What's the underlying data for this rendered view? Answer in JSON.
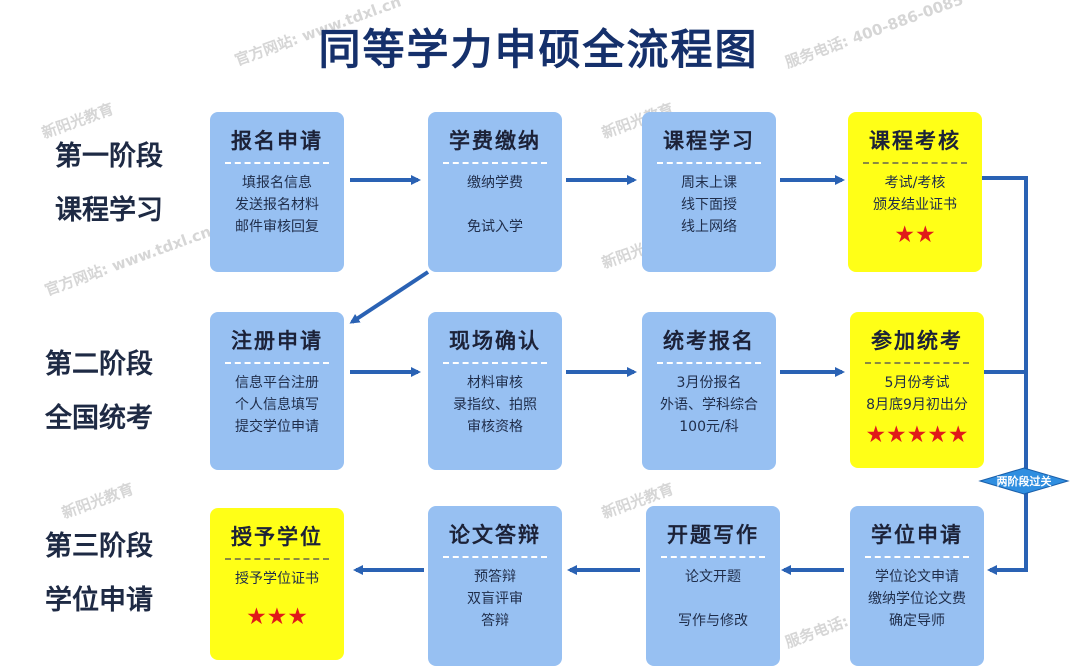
{
  "title": "同等学力申硕全流程图",
  "stages": [
    {
      "line1": "第一阶段",
      "line2": "课程学习"
    },
    {
      "line1": "第二阶段",
      "line2": "全国统考"
    },
    {
      "line1": "第三阶段",
      "line2": "学位申请"
    }
  ],
  "boxes": {
    "apply": {
      "title": "报名申请",
      "lines": [
        "填报名信息",
        "发送报名材料",
        "邮件审核回复"
      ]
    },
    "tuition": {
      "title": "学费缴纳",
      "lines": [
        "缴纳学费",
        "",
        "免试入学"
      ]
    },
    "study": {
      "title": "课程学习",
      "lines": [
        "周末上课",
        "线下面授",
        "线上网络"
      ]
    },
    "exam": {
      "title": "课程考核",
      "lines": [
        "考试/考核",
        "颁发结业证书"
      ],
      "stars": "★★"
    },
    "register": {
      "title": "注册申请",
      "lines": [
        "信息平台注册",
        "个人信息填写",
        "提交学位申请"
      ]
    },
    "confirm": {
      "title": "现场确认",
      "lines": [
        "材料审核",
        "录指纹、拍照",
        "审核资格"
      ]
    },
    "unified_signup": {
      "title": "统考报名",
      "lines": [
        "3月份报名",
        "外语、学科综合",
        "100元/科"
      ]
    },
    "unified_exam": {
      "title": "参加统考",
      "lines": [
        "5月份考试",
        "8月底9月初出分"
      ],
      "stars": "★★★★★"
    },
    "degree_apply": {
      "title": "学位申请",
      "lines": [
        "学位论文申请",
        "缴纳学位论文费",
        "确定导师"
      ]
    },
    "proposal": {
      "title": "开题写作",
      "lines": [
        "论文开题",
        "",
        "写作与修改"
      ]
    },
    "defense": {
      "title": "论文答辩",
      "lines": [
        "预答辩",
        "双盲评审",
        "答辩"
      ]
    },
    "award": {
      "title": "授予学位",
      "lines": [
        "授予学位证书"
      ],
      "stars": "★★★"
    }
  },
  "badge": "两阶段过关",
  "watermark": {
    "brand": "新阳光教育",
    "site": "官方网站: www.tdxl.cn",
    "phone": "服务电话: 400-886-0085"
  },
  "colors": {
    "box_blue": "#97c0f2",
    "box_yellow": "#ffff17",
    "arrow": "#2a62b4",
    "title": "#15306b",
    "star": "#e01a1a"
  }
}
